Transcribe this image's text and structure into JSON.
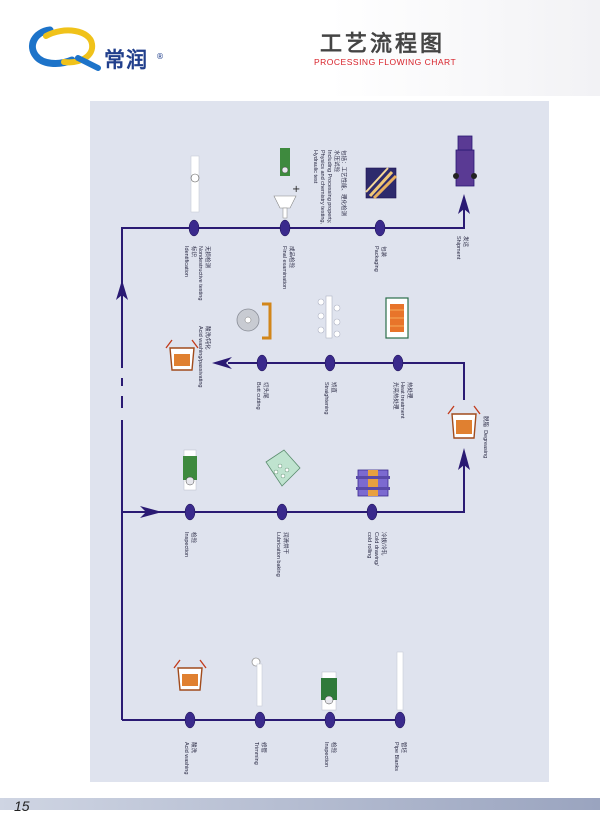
{
  "header": {
    "brand_name": "常润",
    "brand_reg": "®",
    "title_cn": "工艺流程图",
    "title_en": "PROCESSING FLOWING CHART"
  },
  "page_number": "15",
  "colors": {
    "flow_line": "#2a1a73",
    "node": "#3a2a8c",
    "frame_bg": "#dfe3ee",
    "title_en": "#d8222a",
    "brand": "#213f8c"
  },
  "steps": {
    "pipe_blanks": {
      "cn": "管坯",
      "en": "Pipe Blanks"
    },
    "inspection_1": {
      "cn": "检验",
      "en": "Inspection"
    },
    "trimming": {
      "cn": "修管",
      "en": "Trimming"
    },
    "acid_washing": {
      "cn": "酸洗",
      "en": "Acid washing"
    },
    "inspection_2": {
      "cn": "检验",
      "en": "Inspection"
    },
    "lubrication_baking": {
      "cn": "润滑烘干",
      "en": "Lubrication baking"
    },
    "cold_drawing": {
      "cn": "冷拔/冷轧",
      "en": "Cold drawing/",
      "en2": "cold rolling"
    },
    "degreasing": {
      "cn": "脱脂",
      "en": "Degreasing"
    },
    "heat_treatment": {
      "cn": "热处理",
      "en": "Heat treatment",
      "en2": "光亮热处理"
    },
    "straightening": {
      "cn": "矫直",
      "en": "Straightening"
    },
    "butt_cutting": {
      "cn": "切头尾",
      "en": "Butt cutting"
    },
    "acid_passivating": {
      "cn": "酸洗/钝化",
      "en": "Acid washing/passivating"
    },
    "ndt_identification": {
      "cn": "无损检测",
      "en": "Nondestructive testing",
      "cn2": "标识",
      "en2": "Identification"
    },
    "final_examination": {
      "cn": "成品检验",
      "en": "Final examination"
    },
    "final_note": {
      "cn": "包括：工艺性能、理化检测",
      "cn2": "水压试验",
      "en": "Including Processing property,",
      "en2": "Physics and chemistry testing,",
      "en3": "Hydraulic test"
    },
    "packaging": {
      "cn": "包装",
      "en": "Packaging"
    },
    "shipment": {
      "cn": "发运",
      "en": "Shipment"
    }
  }
}
